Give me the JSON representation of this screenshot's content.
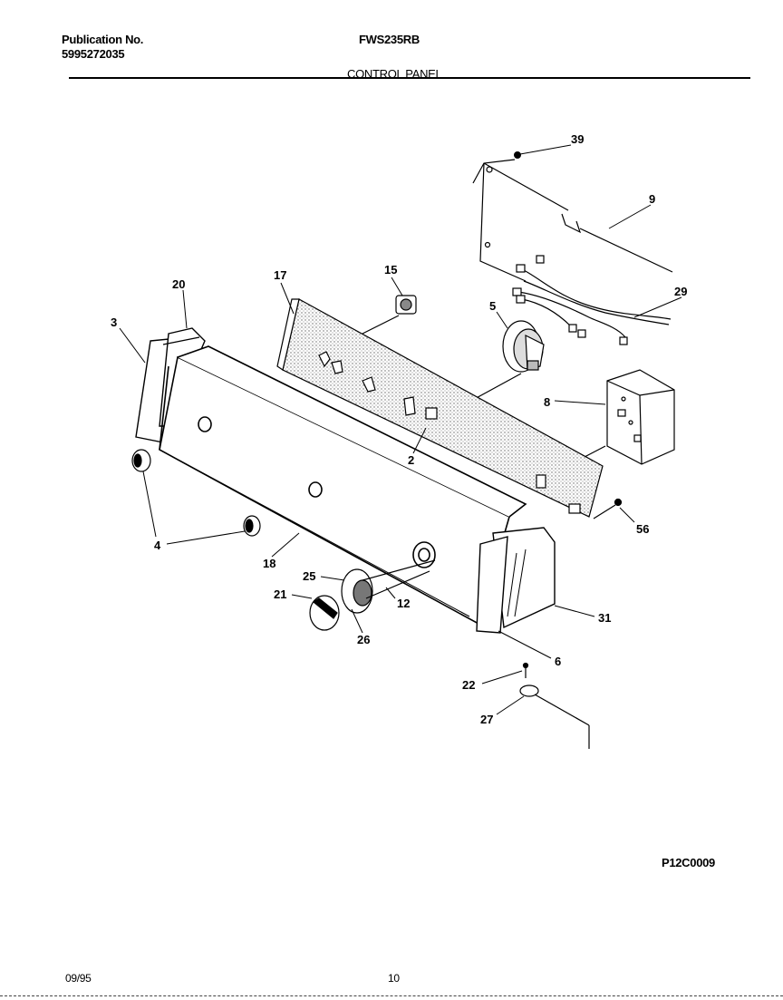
{
  "header": {
    "publication_label": "Publication No.",
    "publication_number": "5995272035",
    "model": "FWS235RB",
    "section_title": "CONTROL PANEL"
  },
  "callouts": {
    "c39": "39",
    "c9": "9",
    "c15": "15",
    "c17": "17",
    "c20": "20",
    "c3": "3",
    "c5": "5",
    "c29": "29",
    "c8": "8",
    "c2": "2",
    "c56": "56",
    "c4": "4",
    "c18": "18",
    "c25": "25",
    "c21": "21",
    "c12": "12",
    "c26": "26",
    "c31": "31",
    "c6": "6",
    "c22": "22",
    "c27": "27"
  },
  "figure_code": "P12C0009",
  "footer": {
    "date": "09/95",
    "page": "10"
  }
}
